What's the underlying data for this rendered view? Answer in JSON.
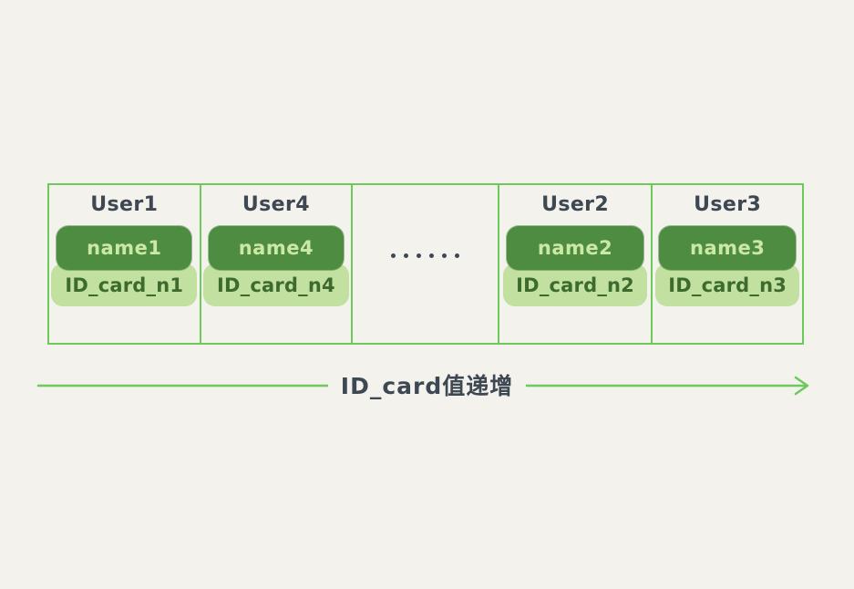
{
  "background_color": "#f3f2ed",
  "accent_color": "#6dc95c",
  "colors": {
    "border_green": "#6dc95c",
    "pill_dark_green": "#4e8c41",
    "pill_light_green": "#c2e0a0",
    "name_text": "#cbe8a5",
    "idcard_text": "#3d6b2e",
    "label_text": "#3d4852"
  },
  "diagram": {
    "type": "index-leaf-node-sequence",
    "cells": [
      {
        "user_label": "User1",
        "name_value": "name1",
        "idcard_value": "ID_card_n1",
        "is_ellipsis": false
      },
      {
        "user_label": "User4",
        "name_value": "name4",
        "idcard_value": "ID_card_n4",
        "is_ellipsis": false
      },
      {
        "user_label": "",
        "name_value": "",
        "idcard_value": "",
        "is_ellipsis": true,
        "ellipsis_dot_count": 6
      },
      {
        "user_label": "User2",
        "name_value": "name2",
        "idcard_value": "ID_card_n2",
        "is_ellipsis": false
      },
      {
        "user_label": "User3",
        "name_value": "name3",
        "idcard_value": "ID_card_n3",
        "is_ellipsis": false
      }
    ],
    "axis": {
      "caption": "ID_card值递增",
      "direction": "right",
      "has_arrowhead_right": true,
      "has_arrowhead_left": false
    }
  }
}
